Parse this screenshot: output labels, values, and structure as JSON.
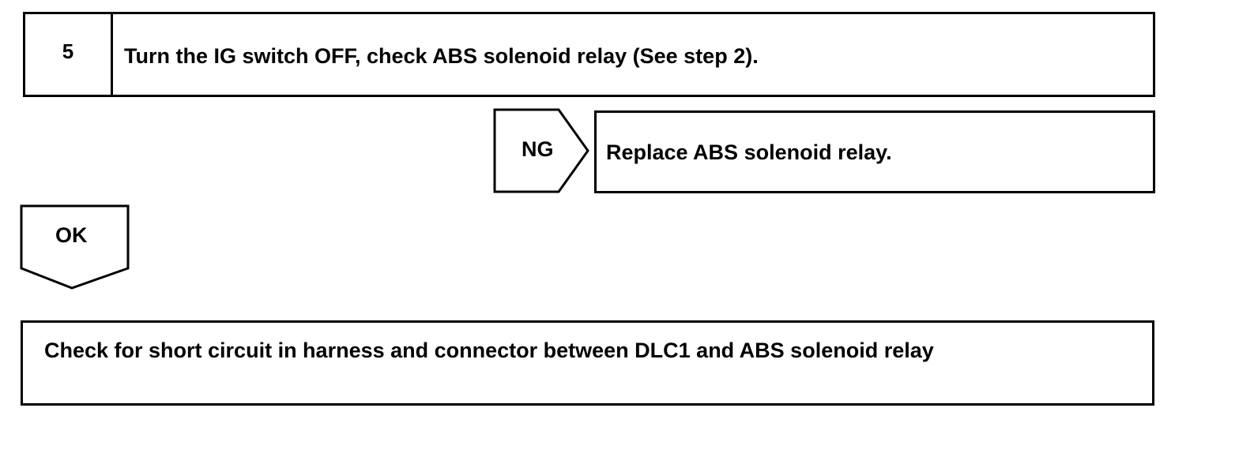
{
  "step": {
    "number": "5",
    "instruction": "Turn the IG switch OFF, check ABS solenoid relay (See step 2)."
  },
  "ng_branch": {
    "label": "NG",
    "action": "Replace ABS solenoid relay."
  },
  "ok_branch": {
    "label": "OK"
  },
  "next_step": {
    "instruction": "Check for short circuit in harness and connector between DLC1 and ABS solenoid relay"
  }
}
